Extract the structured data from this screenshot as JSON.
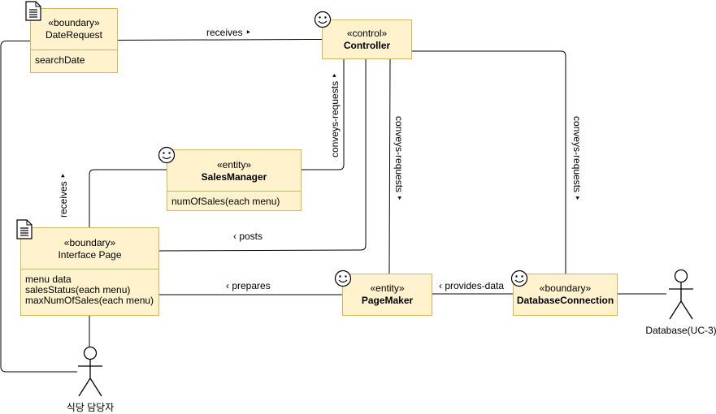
{
  "classes": {
    "date_request": {
      "stereotype": "«boundary»",
      "name": "DateRequest",
      "attributes": [
        "searchDate"
      ]
    },
    "controller": {
      "stereotype": "«control»",
      "name": "Controller"
    },
    "sales_manager": {
      "stereotype": "«entity»",
      "name": "SalesManager",
      "attributes": [
        "numOfSales(each menu)"
      ]
    },
    "interface_page": {
      "stereotype": "«boundary»",
      "name": "Interface Page",
      "attributes": [
        "menu data",
        "salesStatus(each menu)",
        "maxNumOfSales(each menu)"
      ]
    },
    "page_maker": {
      "stereotype": "«entity»",
      "name": "PageMaker"
    },
    "database_connection": {
      "stereotype": "«boundary»",
      "name": "DatabaseConnection"
    }
  },
  "actors": {
    "staff": {
      "name": "식당 담당자"
    },
    "database": {
      "name": "Database(UC-3)"
    }
  },
  "associations": {
    "receives_top": "receives ‣",
    "conveys_requests_sales": "conveys-requests ‣",
    "conveys_requests_pagemaker": "conveys-requests ‣",
    "conveys_requests_db": "conveys-requests ‣",
    "receives_left": "receives ‣",
    "posts": "‹ posts",
    "prepares": "‹ prepares",
    "provides_data": "‹ provides-data"
  },
  "icons": {
    "boundary": "document-icon",
    "control": "smiley-icon",
    "entity": "smiley-icon",
    "actor": "stick-figure-icon"
  },
  "colors": {
    "class_fill": "#fff2cc",
    "class_border": "#d6b656",
    "line": "#000000"
  }
}
